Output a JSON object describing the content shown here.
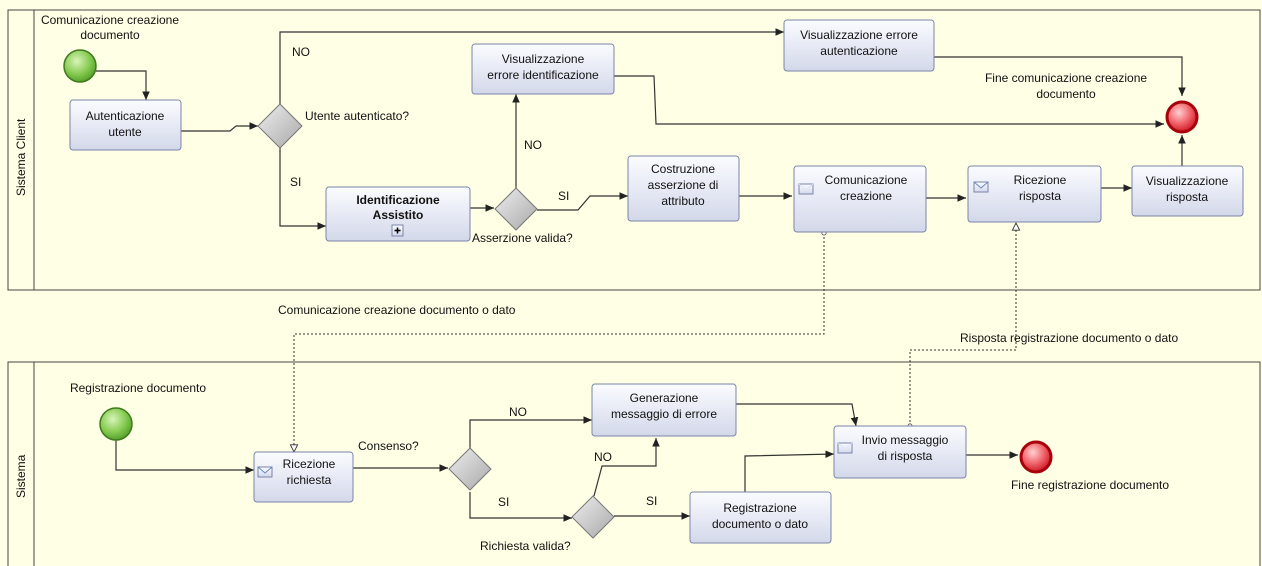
{
  "lanes": {
    "client": "Sistema Client",
    "system": "Sistema"
  },
  "events": {
    "client_start": [
      "Comunicazione creazione",
      "documento"
    ],
    "client_end": [
      "Fine comunicazione creazione",
      "documento"
    ],
    "system_start": "Registrazione documento",
    "system_end": "Fine registrazione documento"
  },
  "tasks": {
    "autenticazione": [
      "Autenticazione",
      "utente"
    ],
    "identificazione": [
      "Identificazione",
      "Assistito"
    ],
    "vis_err_ident": [
      "Visualizzazione",
      "errore identificazione"
    ],
    "vis_err_auth": [
      "Visualizzazione errore",
      "autenticazione"
    ],
    "costruzione": [
      "Costruzione",
      "asserzione di",
      "attributo"
    ],
    "comunicazione": [
      "Comunicazione",
      "creazione"
    ],
    "ricezione_risposta": [
      "Ricezione",
      "risposta"
    ],
    "vis_risposta": [
      "Visualizzazione",
      "risposta"
    ],
    "ricezione_richiesta": [
      "Ricezione",
      "richiesta"
    ],
    "generazione": [
      "Generazione",
      "messaggio di errore"
    ],
    "registrazione": [
      "Registrazione",
      "documento o dato"
    ],
    "invio": [
      "Invio messaggio",
      "di risposta"
    ]
  },
  "gateways": {
    "utente_autenticato": "Utente autenticato?",
    "asserzione_valida": "Asserzione valida?",
    "consenso": "Consenso?",
    "richiesta_valida": "Richiesta valida?"
  },
  "flow_labels": {
    "no": "NO",
    "si": "SI"
  },
  "message_flows": {
    "comunicazione": "Comunicazione creazione documento o dato",
    "risposta": "Risposta registrazione documento o dato"
  },
  "colors": {
    "lane_fill": "#ffffe6",
    "task_top": "#fafbff",
    "task_bottom": "#d4d9ea",
    "start_event": "#7cc24a",
    "end_event": "#e8323c",
    "gateway": "#b8b8b8"
  }
}
